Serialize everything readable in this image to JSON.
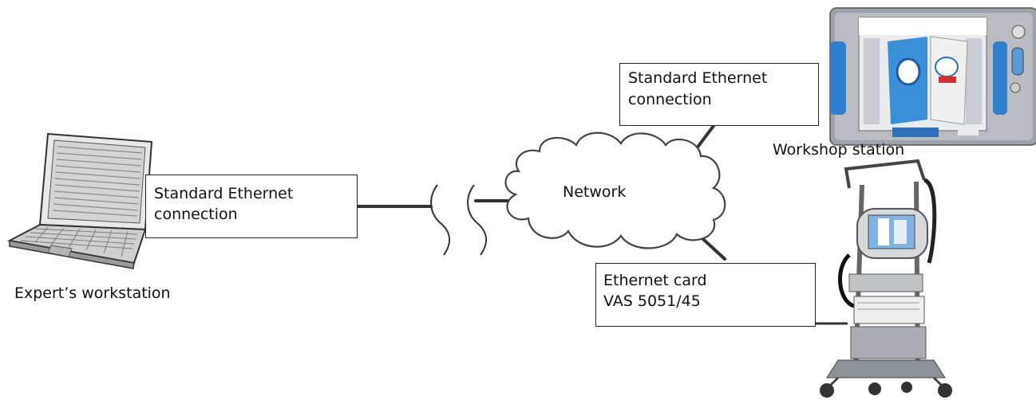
{
  "diagram": {
    "laptop_connection": {
      "line1": "Standard Ethernet",
      "line2": "connection"
    },
    "station_connection": {
      "line1": "Standard Ethernet",
      "line2": "connection"
    },
    "card_label": {
      "line1": "Ethernet card",
      "line2": "VAS 5051/45"
    },
    "network_label": "Network",
    "expert_label": "Expert’s workstation",
    "workshop_label": "Workshop station"
  }
}
